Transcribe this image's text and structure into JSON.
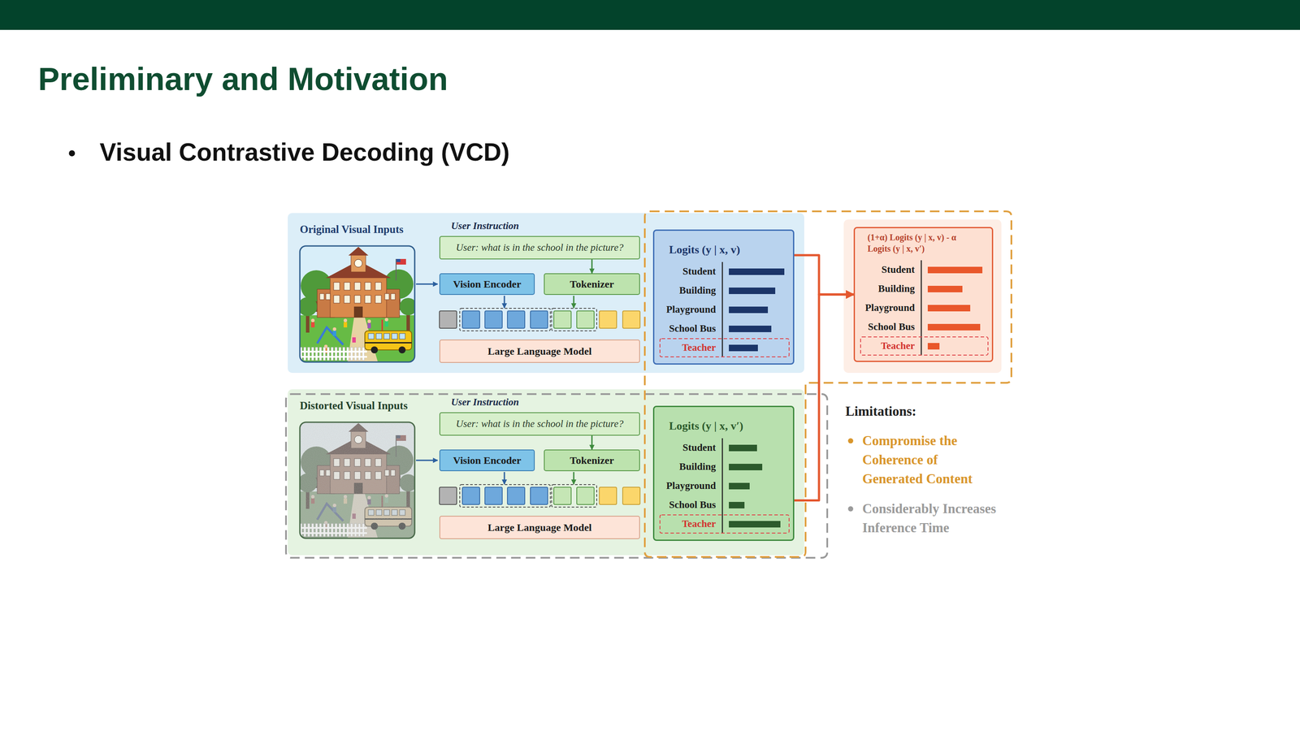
{
  "diagram": {
    "title": "Preliminary and Motivation",
    "nodes": [
      {
        "text": [
          "Original Visual Inputs"
        ]
      },
      {
        "text": [
          "User Instruction",
          "User: what is in the school in the picture?"
        ],
        "in": 0
      },
      {
        "text": [
          "Vision Encoder"
        ],
        "in": 0
      },
      {
        "text": [
          "Tokenizer"
        ],
        "in": 0
      },
      {
        "text": [
          "Large Language Model"
        ],
        "in": 0
      },
      {
        "text": [
          "Logits (y | x, v)",
          "Student",
          "Building",
          "Playground",
          "School Bus",
          "Teacher"
        ],
        "in": 0
      },
      {
        "text": [
          "Distorted Visual Inputs"
        ]
      },
      {
        "text": [
          "User Instruction",
          "User: what is in the school in the picture?"
        ],
        "in": 6
      },
      {
        "text": [
          "Vision Encoder"
        ],
        "in": 6
      },
      {
        "text": [
          "Tokenizer"
        ],
        "in": 6
      },
      {
        "text": [
          "Large Language Model"
        ],
        "in": 6
      },
      {
        "text": [
          "Logits (y | x, v′)",
          "Student",
          "Building",
          "Playground",
          "School Bus",
          "Teacher"
        ],
        "in": 6
      },
      {
        "text": [
          "(1+α) Logits (y | x, v) - α Logits (y | x, v′)",
          "Student",
          "Building",
          "Playground",
          "School Bus",
          "Teacher"
        ]
      }
    ],
    "edges": [
      {
        "from": 1,
        "to": 3,
        "arrow": "to"
      },
      {
        "from": 7,
        "to": 9,
        "arrow": "to"
      },
      {
        "from": 5,
        "to": 12,
        "arrow": "to"
      },
      {
        "from": 11,
        "to": 12,
        "arrow": "to"
      }
    ],
    "labels": [
      "Visual Contrastive Decoding (VCD)",
      "Limitations:",
      "Compromise the Coherence of Generated Content",
      "Considerably Increases Inference Time"
    ]
  }
}
